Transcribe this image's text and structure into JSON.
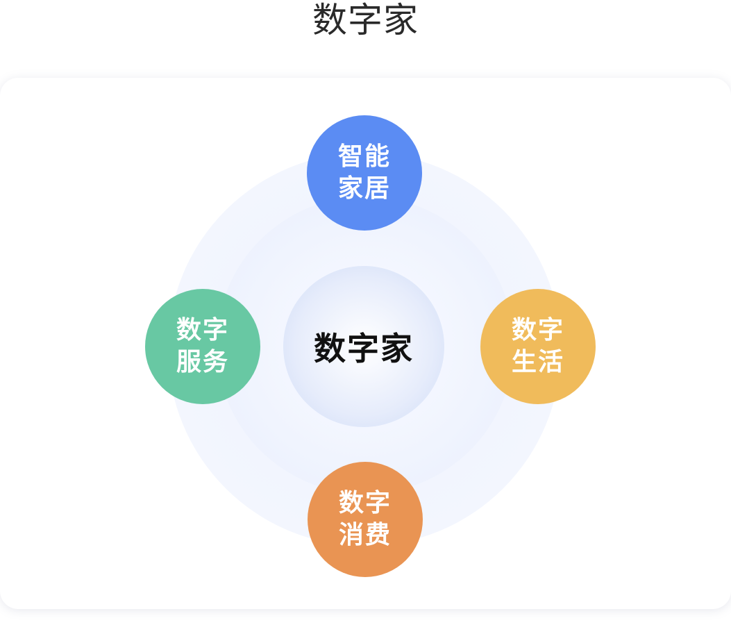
{
  "title": "数字家",
  "center": {
    "label": "数字家"
  },
  "nodes": [
    {
      "id": "smart-home",
      "label": "智能家居",
      "color": "#5b8cf3"
    },
    {
      "id": "digital-service",
      "label": "数字服务",
      "color": "#68c8a3"
    },
    {
      "id": "digital-life",
      "label": "数字生活",
      "color": "#f0bb5b"
    },
    {
      "id": "digital-consumption",
      "label": "数字消费",
      "color": "#e99453"
    }
  ]
}
